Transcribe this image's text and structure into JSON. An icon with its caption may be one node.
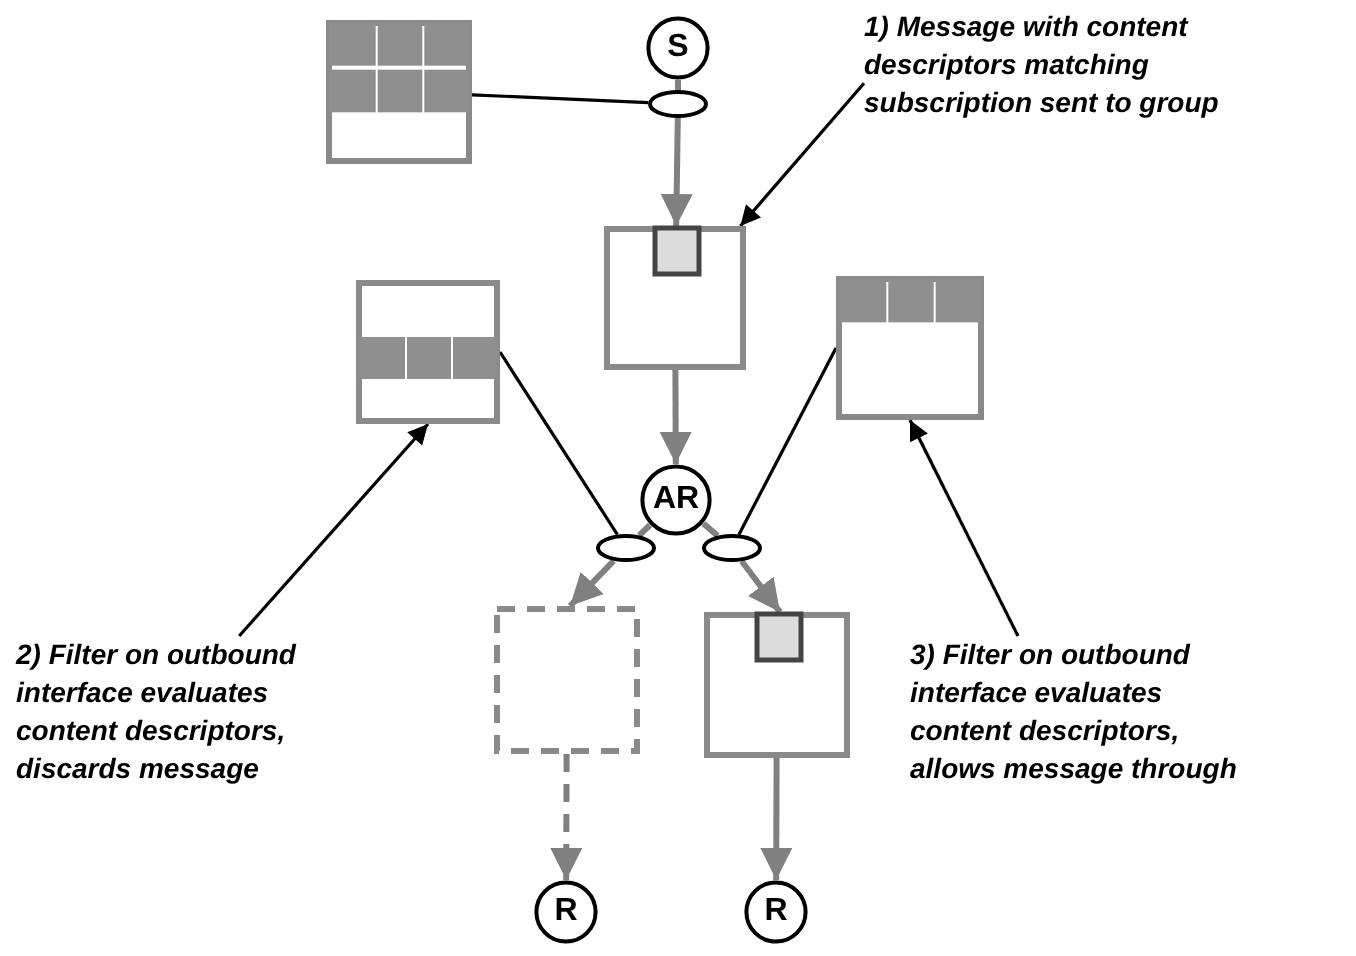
{
  "diagram": {
    "nodes": [
      {
        "text": [
          "S"
        ]
      },
      {
        "text": [],
        "shape": "box"
      },
      {
        "text": [],
        "shape": "ellipse"
      },
      {
        "text": [],
        "shape": "box"
      },
      {
        "text": [
          "1) Message with content descriptors matching subscription sent to group"
        ]
      },
      {
        "text": [],
        "shape": "box"
      },
      {
        "text": [],
        "shape": "box"
      },
      {
        "text": [
          "AR"
        ]
      },
      {
        "text": [],
        "shape": "ellipse"
      },
      {
        "text": [],
        "shape": "ellipse"
      },
      {
        "text": [],
        "shape": "box"
      },
      {
        "text": [],
        "shape": "box"
      },
      {
        "text": [
          "2) Filter on outbound interface evaluates content descriptors, discards message"
        ]
      },
      {
        "text": [
          "3) Filter on outbound interface evaluates content descriptors, allows message through"
        ]
      },
      {
        "text": [
          "R"
        ]
      },
      {
        "text": [
          "R"
        ]
      }
    ],
    "edges": [
      {
        "from": 0,
        "to": 2,
        "arrow": "none",
        "color": "#808080"
      },
      {
        "from": 2,
        "to": 3,
        "arrow": "to",
        "color": "#808080"
      },
      {
        "from": 3,
        "to": 7,
        "arrow": "to",
        "color": "#808080"
      },
      {
        "from": 7,
        "to": 8,
        "arrow": "none",
        "color": "#808080"
      },
      {
        "from": 8,
        "to": 10,
        "arrow": "to",
        "color": "#808080"
      },
      {
        "from": 7,
        "to": 9,
        "arrow": "none",
        "color": "#808080"
      },
      {
        "from": 9,
        "to": 11,
        "arrow": "to",
        "color": "#808080"
      },
      {
        "from": 10,
        "to": 14,
        "arrow": "to",
        "style": "dashed",
        "color": "#808080"
      },
      {
        "from": 11,
        "to": 15,
        "arrow": "to",
        "color": "#808080"
      },
      {
        "from": 1,
        "to": 2,
        "arrow": "none",
        "color": "#000000"
      },
      {
        "from": 5,
        "to": 8,
        "arrow": "none",
        "color": "#000000"
      },
      {
        "from": 6,
        "to": 9,
        "arrow": "none",
        "color": "#000000"
      },
      {
        "from": 4,
        "to": 3,
        "arrow": "to",
        "color": "#000000"
      },
      {
        "from": 12,
        "to": 5,
        "arrow": "to",
        "color": "#000000"
      },
      {
        "from": 13,
        "to": 6,
        "arrow": "to",
        "color": "#000000"
      }
    ]
  }
}
